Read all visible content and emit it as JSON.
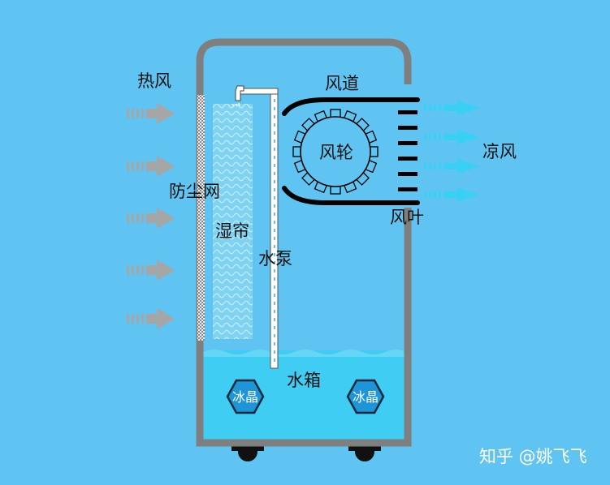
{
  "labels": {
    "hot_air": "热风",
    "dust_filter": "防尘网",
    "wet_curtain": "湿帘",
    "water_pump": "水泵",
    "air_duct": "风道",
    "fan_wheel": "风轮",
    "cool_air": "凉风",
    "fan_blade": "风叶",
    "water_tank": "水箱",
    "ice_crystal_left": "冰晶",
    "ice_crystal_right": "冰晶"
  },
  "watermark": "知乎 @姚飞飞",
  "colors": {
    "background": "#5fc4f1",
    "housing": "#7f7f7f",
    "water": "#3fcdf3",
    "water_surface": "#64d6f6",
    "hot_air_arrow": "#a6a6a6",
    "cool_air_arrow": "#38d0f5",
    "ice_crystal": "#1d95d6",
    "duct": "#000000"
  }
}
